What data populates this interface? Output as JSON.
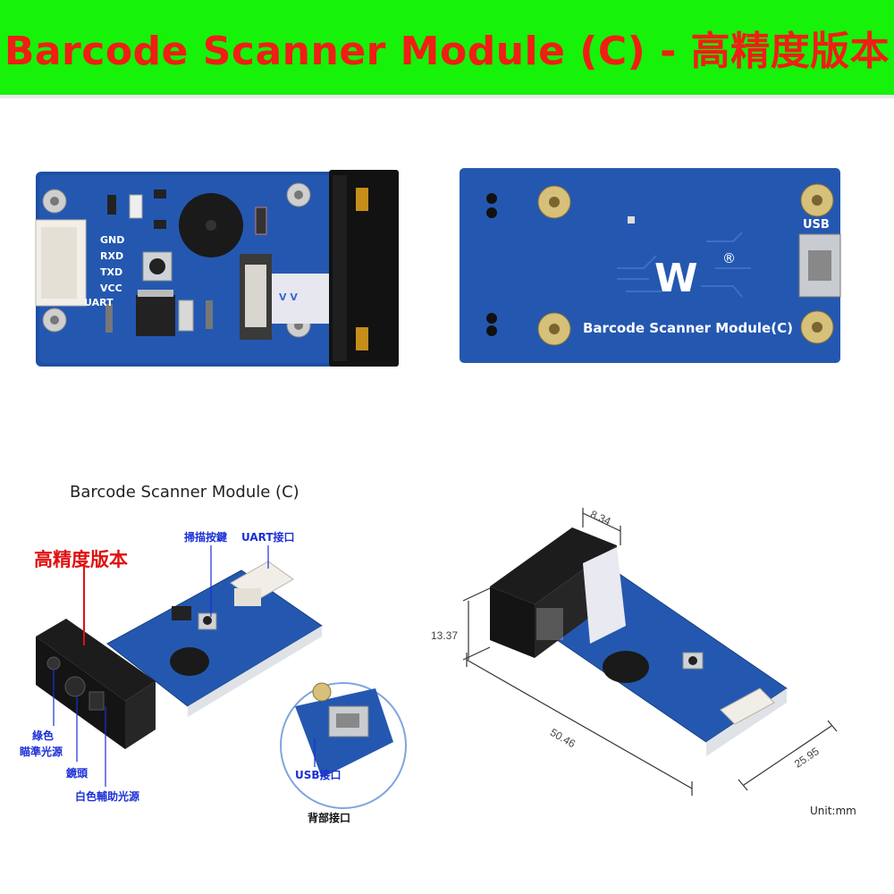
{
  "banner": {
    "title": "Barcode Scanner Module (C) - 高精度版本",
    "bg_color": "#16f20a",
    "title_color": "#f01e14"
  },
  "front_view": {
    "pin_labels": [
      "GND",
      "RXD",
      "TXD",
      "VCC"
    ],
    "uart_label": "UART",
    "cable_text": "V   V",
    "board_color": "#1f4fa3"
  },
  "back_view": {
    "usb_label": "USB",
    "logo_mark": "W",
    "registered_mark": "®",
    "board_text": "Barcode Scanner Module(C)"
  },
  "annotated_view": {
    "heading": "Barcode Scanner Module (C)",
    "edition_label": "高精度版本",
    "callouts": {
      "scan_button": "掃描按鍵",
      "uart_port": "UART接口",
      "green_aim_light_1": "綠色",
      "green_aim_light_2": "瞄準光源",
      "lens": "鏡頭",
      "white_fill_light": "白色輔助光源",
      "usb_port": "USB接口",
      "back_interface": "背部接口"
    }
  },
  "dimension_view": {
    "depth": "8.34",
    "height": "13.37",
    "length": "50.46",
    "width": "25.95",
    "unit": "Unit:mm"
  }
}
